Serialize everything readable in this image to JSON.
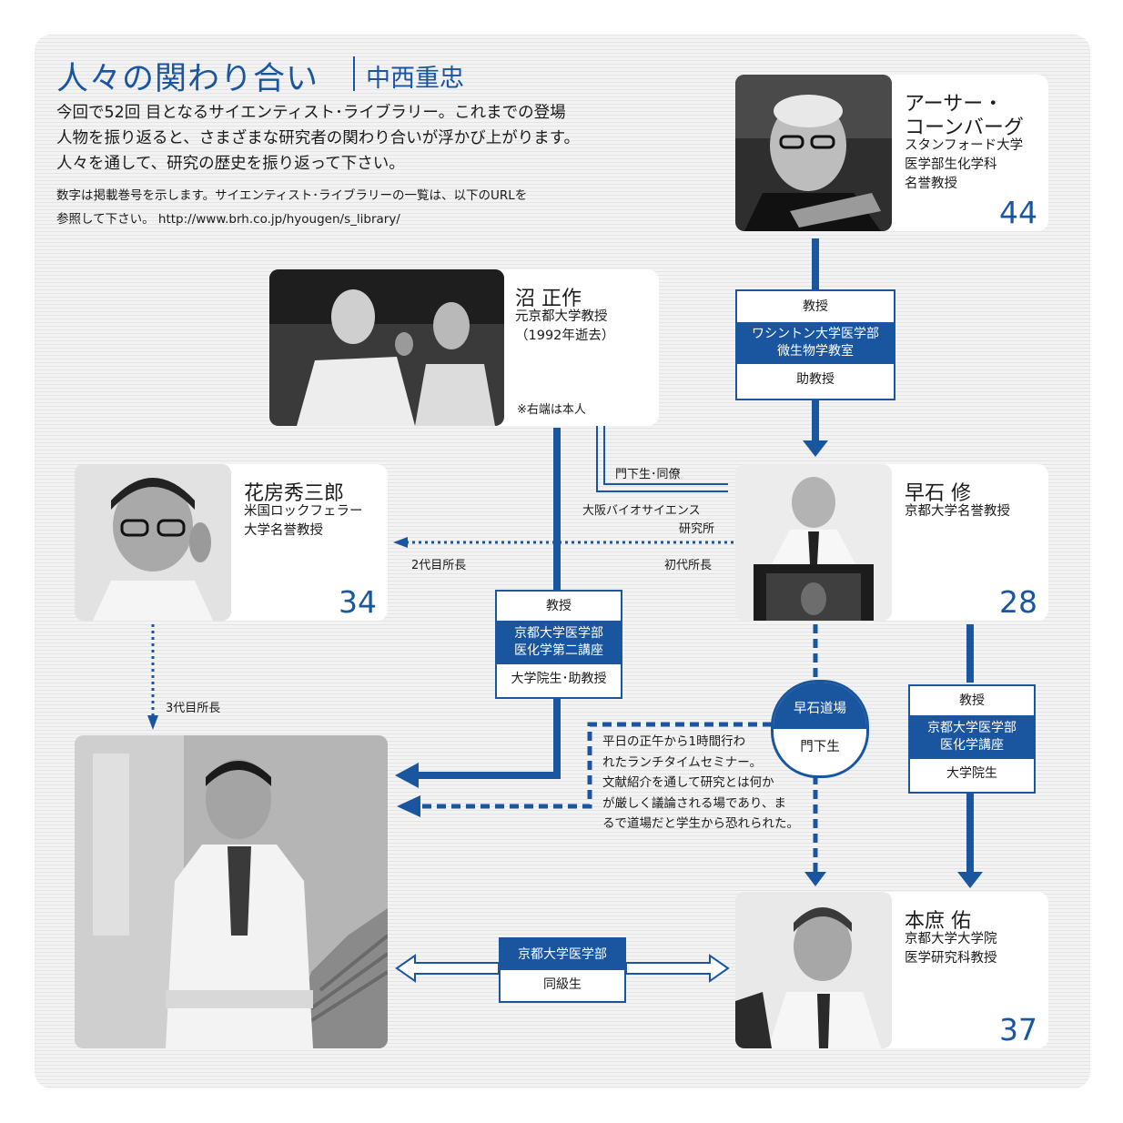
{
  "title": "人々の関わり合い",
  "author": "中西重忠",
  "intro": [
    "今回で52回 目となるサイエンティスト･ライブラリー。これまでの登場",
    "人物を振り返ると、さまざまな研究者の関わり合いが浮かび上がります。",
    "人々を通して、研究の歴史を振り返って下さい。"
  ],
  "note": [
    "数字は掲載巻号を示します。サイエンティスト･ライブラリーの一覧は、以下のURLを",
    "参照して下さい。 http://www.brh.co.jp/hyougen/s_library/"
  ],
  "people": {
    "kornberg": {
      "name1": "アーサー・",
      "name2": "コーンバーグ",
      "desc": [
        "スタンフォード大学",
        "医学部生化学科",
        "名誉教授"
      ],
      "number": "44"
    },
    "numa": {
      "name": "沼 正作",
      "desc": [
        "元京都大学教授",
        "（1992年逝去）"
      ],
      "caption": "※右端は本人"
    },
    "hanafusa": {
      "name": "花房秀三郎",
      "desc": [
        "米国ロックフェラー",
        "大学名誉教授"
      ],
      "number": "34"
    },
    "hayaishi": {
      "name": "早石 修",
      "desc": [
        "京都大学名誉教授"
      ],
      "number": "28"
    },
    "honjo": {
      "name": "本庶 佑",
      "desc": [
        "京都大学大学院",
        "医学研究科教授"
      ],
      "number": "37"
    }
  },
  "boxes": {
    "washington": {
      "top": "教授",
      "mid": [
        "ワシントン大学医学部",
        "微生物学教室"
      ],
      "bot": "助教授"
    },
    "kyoto2": {
      "top": "教授",
      "mid": [
        "京都大学医学部",
        "医化学第二講座"
      ],
      "bot": "大学院生･助教授"
    },
    "kyoto1": {
      "top": "教授",
      "mid": [
        "京都大学医学部",
        "医化学講座"
      ],
      "bot": "大学院生"
    },
    "classmate": {
      "mid": "京都大学医学部",
      "bot": "同級生"
    }
  },
  "labels": {
    "monka_doryo": "門下生･同僚",
    "osaka_1": "大阪バイオサイエンス",
    "osaka_2": "研究所",
    "second_director": "2代目所長",
    "first_director": "初代所長",
    "third_director": "3代目所長"
  },
  "dojo": {
    "title": "早石道場",
    "sub": "門下生",
    "desc": [
      "平日の正午から1時間行わ",
      "れたランチタイムセミナー。",
      "文献紹介を通して研究とは何か",
      "が厳しく議論される場であり、ま",
      "るで道場だと学生から恐れられた。"
    ]
  },
  "colors": {
    "accent": "#1a56a0",
    "panel": "#f3f3f3"
  }
}
